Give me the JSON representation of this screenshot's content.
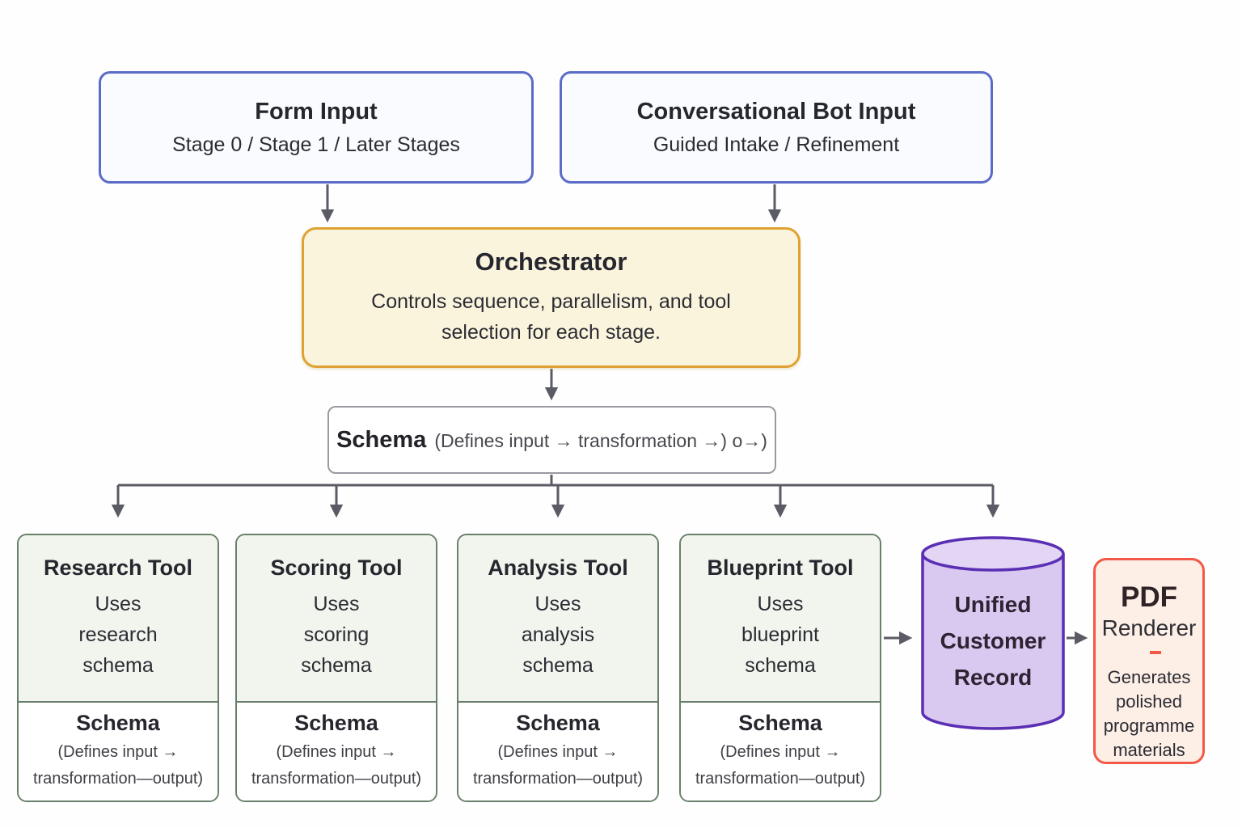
{
  "diagram_title": "Orchestrator pipeline diagram",
  "colors": {
    "input_border": "#5b6cc7",
    "input_fill": "#fafbfe",
    "orchestrator_border": "#dfa232",
    "orchestrator_fill": "#fbf4dd",
    "schema_bar_border": "#9a9aa2",
    "tool_border": "#68806a",
    "tool_fill_top": "#f2f4ee",
    "database_border": "#5a2fb4",
    "database_fill": "#d9c8ef",
    "database_top_fill": "#e3d5f4",
    "pdf_border": "#f25845",
    "pdf_fill": "#fdeee6",
    "arrow": "#5a5b64"
  },
  "inputs": [
    {
      "title": "Form Input",
      "subtitle": "Stage 0 / Stage 1 / Later Stages"
    },
    {
      "title": "Conversational Bot Input",
      "subtitle": "Guided Intake / Refinement"
    }
  ],
  "orchestrator": {
    "title": "Orchestrator",
    "description": "Controls sequence, parallelism, and tool selection for each stage."
  },
  "schema_bar": {
    "title": "Schema",
    "note": "(Defines input → transformation →) o→)"
  },
  "tools": [
    {
      "title": "Research Tool",
      "uses": [
        "Uses",
        "research",
        "schema"
      ],
      "schema_title": "Schema",
      "schema_note1": "(Defines input →",
      "schema_note2": "transformation—output)"
    },
    {
      "title": "Scoring Tool",
      "uses": [
        "Uses",
        "scoring",
        "schema"
      ],
      "schema_title": "Schema",
      "schema_note1": "(Defines input →",
      "schema_note2": "transformation—output)"
    },
    {
      "title": "Analysis Tool",
      "uses": [
        "Uses",
        "analysis",
        "schema"
      ],
      "schema_title": "Schema",
      "schema_note1": "(Defines input →",
      "schema_note2": "transformation—output)"
    },
    {
      "title": "Blueprint Tool",
      "uses": [
        "Uses",
        "blueprint",
        "schema"
      ],
      "schema_title": "Schema",
      "schema_note1": "(Defines input →",
      "schema_note2": "transformation—output)"
    }
  ],
  "database": {
    "line1": "Unified",
    "line2": "Customer",
    "line3": "Record"
  },
  "pdf_renderer": {
    "title_line1": "PDF",
    "title_line2": "Renderer",
    "body_line1": "Generates",
    "body_line2": "polished",
    "body_line3": "programme",
    "body_line4": "materials"
  }
}
